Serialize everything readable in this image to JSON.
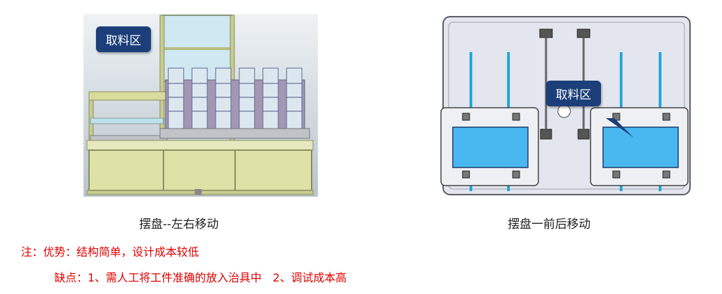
{
  "figures": {
    "left": {
      "callout": "取料区",
      "caption": "摆盘--左右移动"
    },
    "right": {
      "callout": "取料区",
      "caption": "摆盘一前后移动"
    }
  },
  "notes": {
    "advantage": "注：优势：结构简单，设计成本较低",
    "disadvantage": "缺点：1、需人工将工件准确的放入治具中　2、调试成本高"
  },
  "colors": {
    "note_text": "#e00000",
    "callout_bg": "#1c3f7a",
    "machine_frame": "#d8dc9c",
    "tray_blue": "#4ab8f0"
  }
}
